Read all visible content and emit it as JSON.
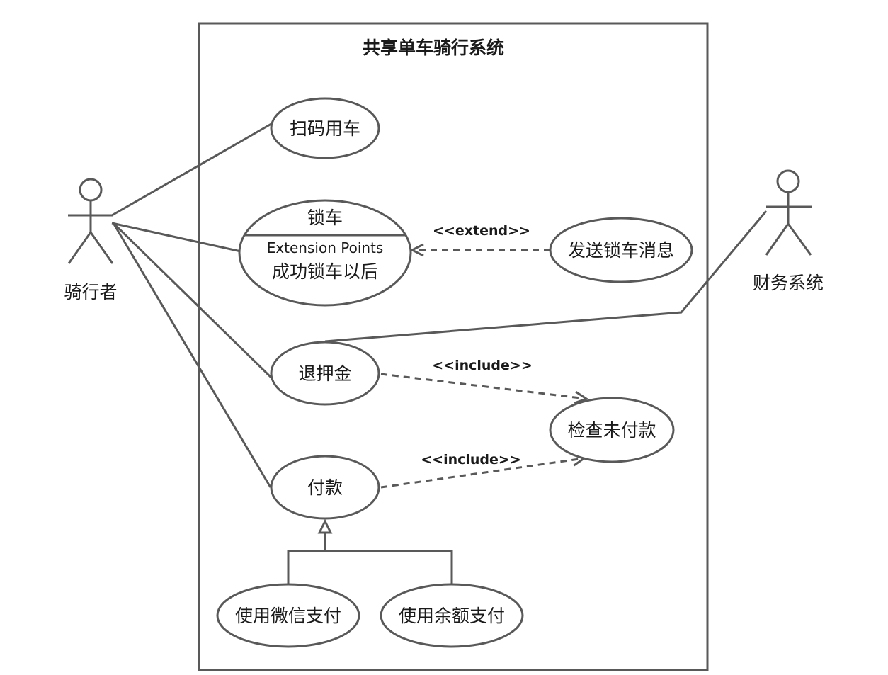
{
  "system": {
    "title": "共享单车骑行系统"
  },
  "actors": {
    "rider": "骑行者",
    "finance": "财务系统"
  },
  "use_cases": {
    "scan": "扫码用车",
    "lock": "锁车",
    "lock_ext_header": "Extension Points",
    "lock_ext_point": "成功锁车以后",
    "send_lock_msg": "发送锁车消息",
    "refund_deposit": "退押金",
    "check_unpaid": "检查未付款",
    "pay": "付款",
    "pay_wechat": "使用微信支付",
    "pay_balance": "使用余额支付"
  },
  "relations": {
    "extend": "<<extend>>",
    "include_refund": "<<include>>",
    "include_pay": "<<include>>"
  },
  "colors": {
    "line": "#595959",
    "text": "#1a1a1a",
    "background": "#ffffff"
  }
}
